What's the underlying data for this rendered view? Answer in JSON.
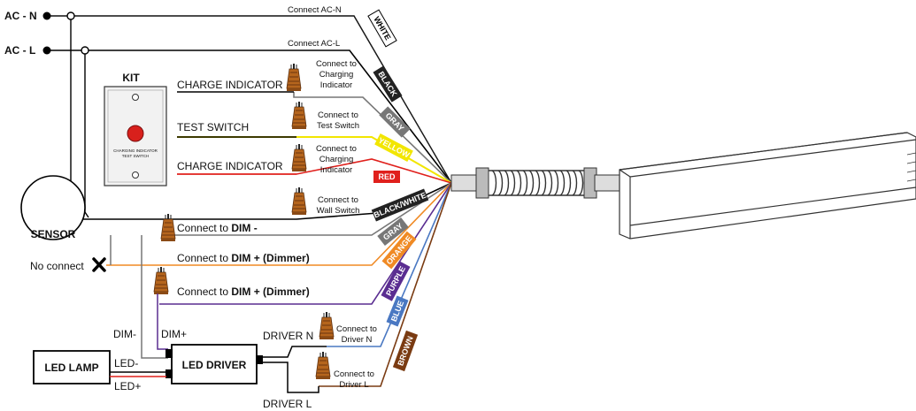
{
  "terminals": {
    "ac_n": "AC - N",
    "ac_l": "AC - L"
  },
  "bus_labels": {
    "ac_n": "Connect AC-N",
    "ac_l": "Connect AC-L"
  },
  "kit": {
    "title": "KIT",
    "plate_text_1": "CHARGING INDICATOR",
    "plate_text_2": "TEST SWITCH"
  },
  "kit_lines": {
    "charge1": "CHARGE INDICATOR",
    "test": "TEST SWITCH",
    "charge2": "CHARGE INDICATOR"
  },
  "nut_labels": {
    "n1": [
      "Connect to",
      "Charging",
      "Indicator"
    ],
    "n2": [
      "Connect to",
      "Test Switch"
    ],
    "n3": [
      "Connect to",
      "Charging",
      "Indicator"
    ],
    "n4": [
      "Connect to",
      "Wall Switch"
    ],
    "n5": [
      "Connect to",
      "Driver N"
    ],
    "n6": [
      "Connect to",
      "Driver L"
    ]
  },
  "sensor": "SENSOR",
  "dim_lines": {
    "minus_prefix": "Connect to ",
    "minus_bold": "DIM -",
    "plus_prefix": "Connect to ",
    "plus_bold": "DIM + (Dimmer)",
    "plus2_prefix": "Connect to ",
    "plus2_bold": "DIM + (Dimmer)"
  },
  "no_connect": "No connect",
  "driver": {
    "box": "LED DRIVER",
    "dim_minus": "DIM-",
    "dim_plus": "DIM+",
    "driver_n": "DRIVER N",
    "driver_l": "DRIVER L",
    "led_minus": "LED-",
    "led_plus": "LED+"
  },
  "lamp": "LED LAMP",
  "wire_tags": {
    "white": "WHITE",
    "black": "BLACK",
    "gray": "GRAY",
    "yellow": "YELLOW",
    "red": "RED",
    "black_white": "BLACK/WHITE",
    "gray2": "GRAY",
    "orange": "ORANGE",
    "purple": "PURPLE",
    "blue": "BLUE",
    "brown": "BROWN"
  },
  "colors": {
    "gray": "#777777",
    "yellow": "#f2e600",
    "red": "#e0201c",
    "orange": "#f08a24",
    "purple": "#5a2d91",
    "blue": "#4a78c2",
    "brown": "#7a3b12",
    "nut": "#b5651d"
  }
}
